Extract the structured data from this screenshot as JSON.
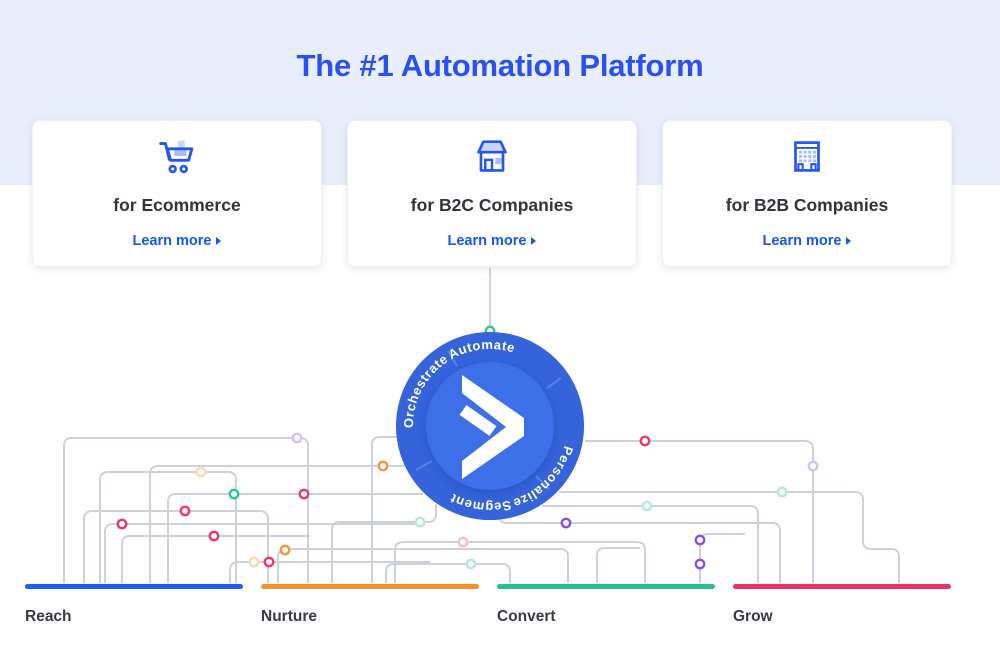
{
  "page": {
    "title": "The #1 Automation Platform"
  },
  "cards": [
    {
      "title": "for Ecommerce",
      "cta": "Learn more",
      "icon": "shopping-cart-icon"
    },
    {
      "title": "for B2C Companies",
      "cta": "Learn more",
      "icon": "storefront-icon"
    },
    {
      "title": "for B2B Companies",
      "cta": "Learn more",
      "icon": "office-building-icon"
    }
  ],
  "hub": {
    "logo": "activecampaign-chevron-logo",
    "words": {
      "top": "Automate",
      "right": "Personalize",
      "bottom": "Segment",
      "left": "Orchestrate"
    }
  },
  "funnel": {
    "stages": [
      {
        "label": "Reach",
        "color": "#1d5ff2"
      },
      {
        "label": "Nurture",
        "color": "#f78f2e"
      },
      {
        "label": "Convert",
        "color": "#2ac08d"
      },
      {
        "label": "Grow",
        "color": "#eb3062"
      }
    ]
  },
  "colors": {
    "title_blue": "#2b50f1",
    "link_blue": "#1756f0",
    "hub_blue": "#3c6fe8",
    "hero_background": "#e9eefc",
    "connector_gray": "#cdd1df"
  }
}
